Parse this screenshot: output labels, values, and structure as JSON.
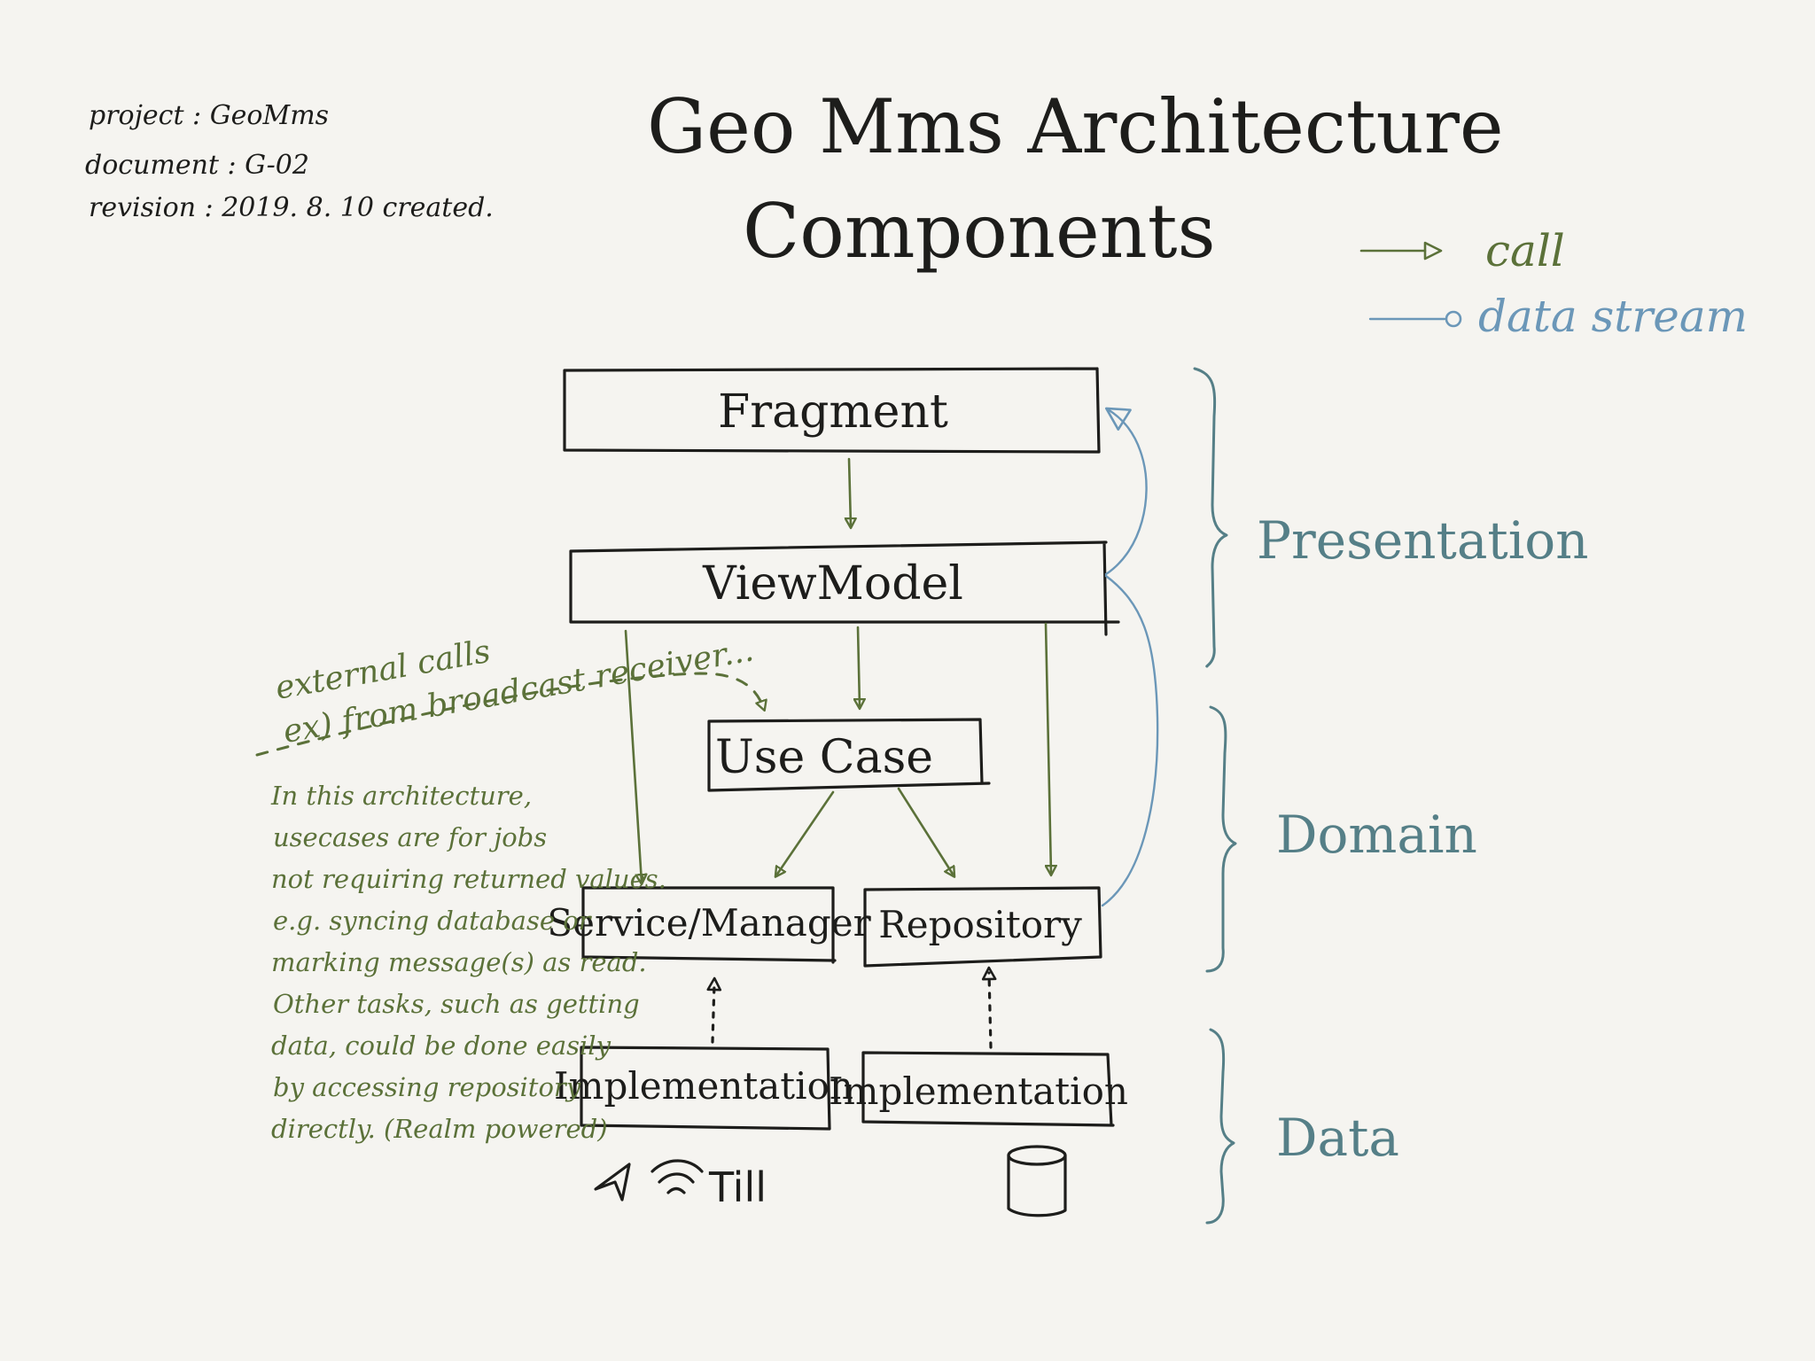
{
  "meta": {
    "project": "project : GeoMms",
    "document": "document : G-02",
    "revision": "revision : 2019. 8. 10 created."
  },
  "title": {
    "line1": "Geo Mms Architecture",
    "line2": "Components"
  },
  "legend": {
    "call_label": "call",
    "data_stream_label": "data stream",
    "call_color": "#5b7139",
    "data_stream_color": "#6b97b8"
  },
  "nodes": {
    "fragment": "Fragment",
    "view_model": "ViewModel",
    "use_case": "Use Case",
    "service_manager": "Service/Manager",
    "repository": "Repository",
    "implementation_service": "Implementation",
    "implementation_repository": "Implementation"
  },
  "layers": {
    "presentation": "Presentation",
    "domain": "Domain",
    "data": "Data"
  },
  "external_calls": {
    "line1": "external calls",
    "line2": "ex) from broadcast receiver..."
  },
  "note": {
    "lines": [
      "In this architecture,",
      "usecases are for jobs",
      "not requiring returned values.",
      "e.g. syncing database or",
      "marking message(s) as read.",
      "Other tasks, such as getting",
      "data, could be done easily",
      "by accessing repository",
      "directly. (Realm powered)"
    ]
  },
  "icons": {
    "service_icons": [
      "location-arrow-icon",
      "wifi-icon",
      "signal-icon"
    ],
    "service_icon_text": "Till",
    "repository_icon": "database-cylinder-icon"
  },
  "colors": {
    "ink": "#1d1d1b",
    "call_green": "#5b7139",
    "data_blue": "#6b97b8",
    "layer_teal": "#557f87",
    "background": "#f5f4f0"
  }
}
